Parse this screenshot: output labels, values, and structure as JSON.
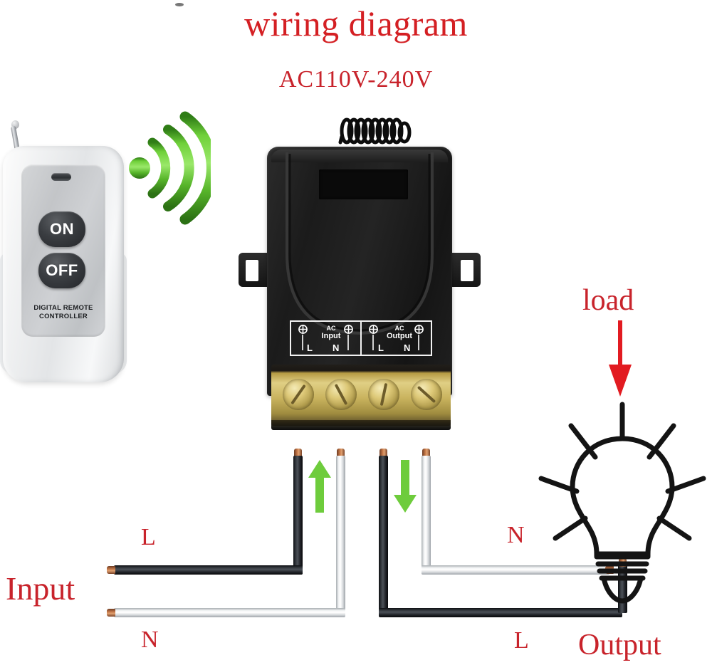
{
  "page": {
    "title_main": "wiring diagram",
    "title_sub": "AC110V-240V",
    "background_color": "#ffffff",
    "accent_red": "#c8232b",
    "accent_green": "#6ecc3c",
    "wire_black": "#1a1d21",
    "wire_white": "#f2f4f5",
    "copper": "#c77a4a"
  },
  "remote": {
    "name": "Digital Remote Controller",
    "button_on": "ON",
    "button_off": "OFF",
    "brand_line1": "DIGITAL REMOTE",
    "brand_line2": "CONTROLLER",
    "body_color": "#eceef0",
    "panel_color": "#c7c9cc",
    "button_color": "#2a2d31"
  },
  "signal": {
    "icon": "wifi-waves-icon",
    "color": "#6ecc3c",
    "arc_count": 3
  },
  "receiver": {
    "body_color": "#1d1d1d",
    "antenna": "coil-antenna",
    "terminal_block_color": "#c9b35e",
    "screw_count": 4,
    "label": {
      "input_title_line1": "AC",
      "input_title_line2": "Input",
      "output_title_line1": "AC",
      "output_title_line2": "Output",
      "input_L": "L",
      "input_N": "N",
      "output_L": "L",
      "output_N": "N"
    }
  },
  "wires": {
    "input_side": {
      "section_label": "Input",
      "live_label": "L",
      "neutral_label": "N",
      "live_color": "#1a1d21",
      "neutral_color": "#f2f4f5",
      "flow_arrow": "up-arrow",
      "flow_arrow_color": "#6ecc3c"
    },
    "output_side": {
      "section_label": "Output",
      "live_label": "L",
      "neutral_label": "N",
      "live_color": "#1a1d21",
      "neutral_color": "#f2f4f5",
      "flow_arrow": "down-arrow",
      "flow_arrow_color": "#6ecc3c"
    }
  },
  "load": {
    "label": "load",
    "arrow": "down-arrow",
    "arrow_color": "#e21b21",
    "device": "light-bulb",
    "ray_count": 8,
    "outline_color": "#141414"
  }
}
